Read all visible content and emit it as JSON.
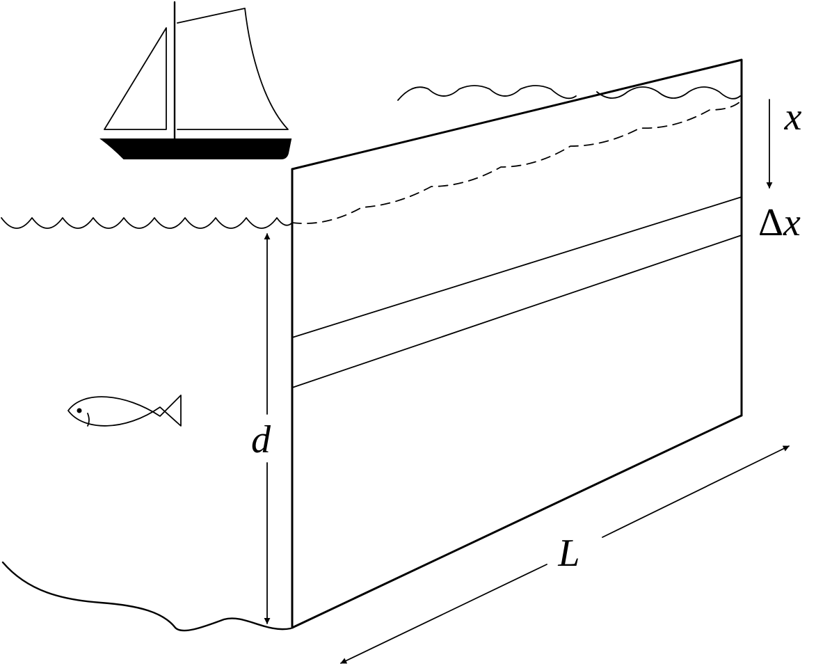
{
  "labels": {
    "depth": "d",
    "length": "L",
    "position": "x",
    "delta": "Δ",
    "delta_var": "x"
  }
}
